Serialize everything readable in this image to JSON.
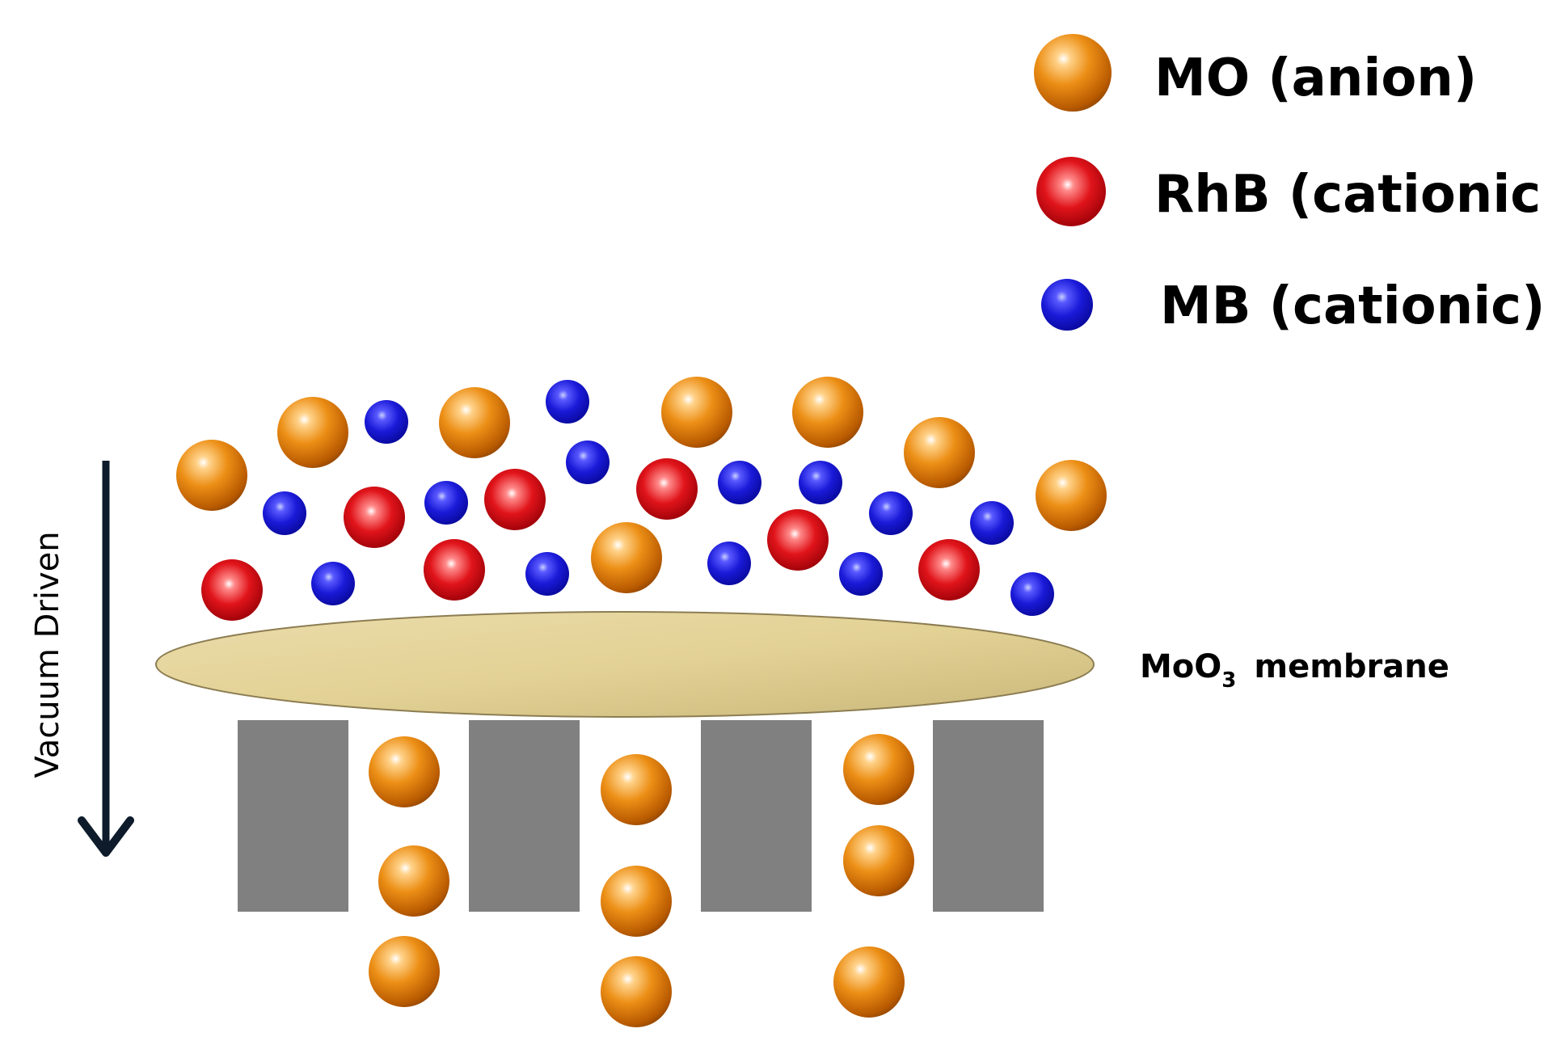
{
  "legend": {
    "mo_label": "MO (anion)",
    "rhb_label": "RhB (cationic)",
    "mb_label": "MB (cationic)"
  },
  "membrane": {
    "label_main": "MoO",
    "label_sub": "3",
    "label_rest": "membrane"
  },
  "arrow": {
    "label": "Vacuum Driven"
  },
  "colors": {
    "mo": "#e88a10",
    "rhb": "#e0141a",
    "mb": "#1a1ad8",
    "membrane": "#e8d9a2",
    "support": "#808080",
    "arrow": "#0d1b2a"
  }
}
